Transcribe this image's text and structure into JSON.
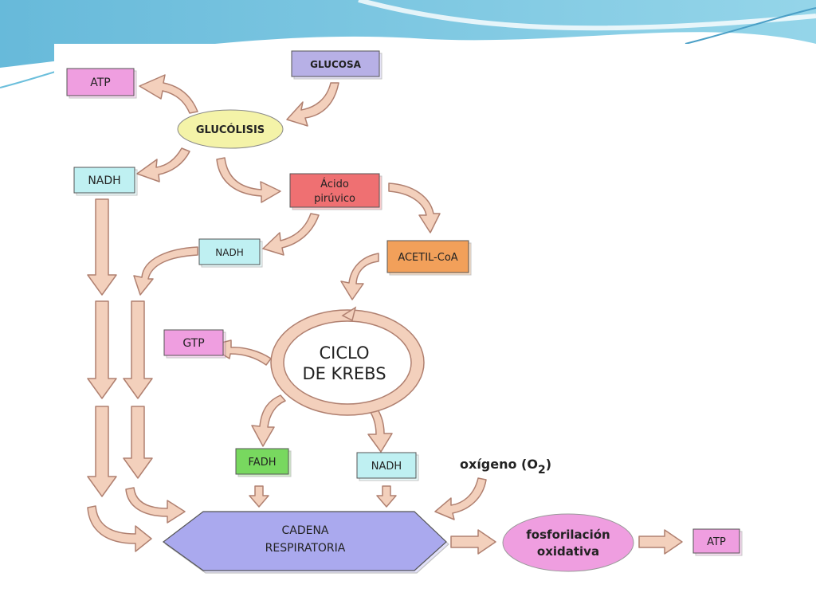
{
  "nodes": {
    "glucosa": "GLUCOSA",
    "atp_top": "ATP",
    "glucolisis": "GLUCÓLISIS",
    "nadh_1": "NADH",
    "acido_line1": "Ácido",
    "acido_line2": "pirúvico",
    "nadh_2": "NADH",
    "acetil_coa": "ACETIL-CoA",
    "gtp": "GTP",
    "ciclo_line1": "CICLO",
    "ciclo_line2": "DE KREBS",
    "fadh": "FADH",
    "nadh_3": "NADH",
    "oxigeno_prefix": "oxígeno (O",
    "oxigeno_sub": "2",
    "oxigeno_suffix": ")",
    "cadena_line1": "CADENA",
    "cadena_line2": "RESPIRATORIA",
    "fosfo_line1": "fosforilación",
    "fosfo_line2": "oxidativa",
    "atp_bottom": "ATP"
  },
  "colors": {
    "glucosa": "#b7b0e6",
    "atp": "#ef9ee0",
    "glucolisis": "#f4f3a8",
    "nadh": "#bff0f2",
    "acido": "#ef6f72",
    "acetil": "#f2a05a",
    "gtp": "#ef9ee0",
    "fadh": "#78d85e",
    "cadena": "#aaa9ee",
    "fosfo": "#ef9ee0",
    "arrow_fill": "#f3d0bc",
    "arrow_stroke": "#b08070",
    "slide_accent": "#7fc9e3"
  }
}
